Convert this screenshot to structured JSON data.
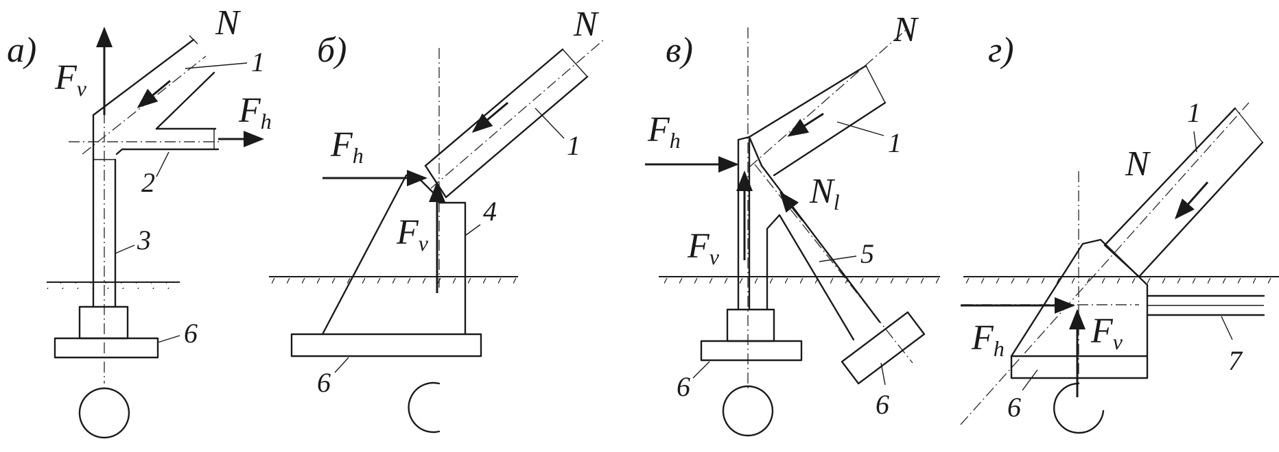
{
  "panels": [
    {
      "id": "a",
      "label": "а)"
    },
    {
      "id": "b",
      "label": "б)"
    },
    {
      "id": "v",
      "label": "в)"
    },
    {
      "id": "g",
      "label": "г)"
    }
  ],
  "symbols": {
    "N": "N",
    "F": "F",
    "v": "v",
    "h": "h",
    "N1": "N",
    "N1_sub": "l"
  },
  "numbers": {
    "n1": "1",
    "n2": "2",
    "n3": "3",
    "n4": "4",
    "n5": "5",
    "n6": "6",
    "n7": "7"
  }
}
